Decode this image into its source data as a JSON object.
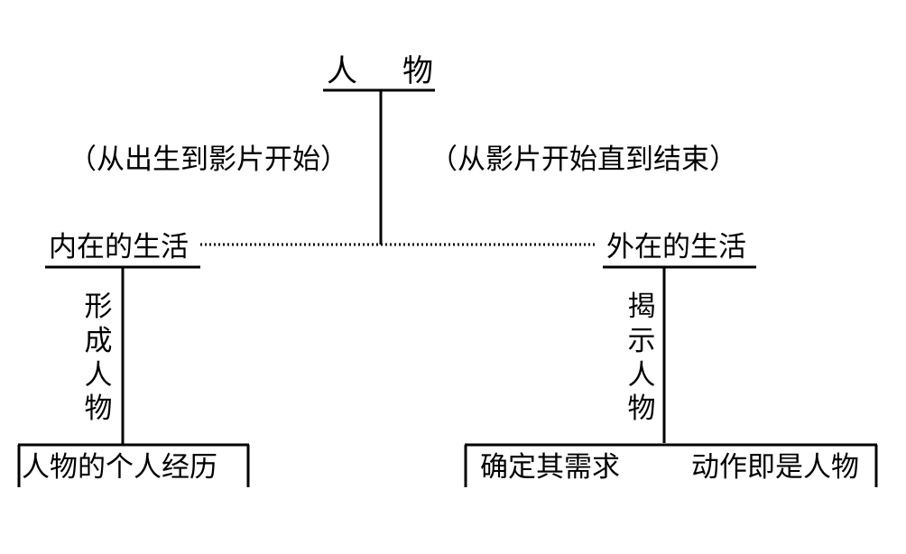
{
  "root": {
    "left": "人",
    "right": "物"
  },
  "annotations": {
    "inner_period": "（从出生到影片开始）",
    "outer_period": "（从影片开始直到结束）"
  },
  "inner": {
    "title": "内在的生活",
    "connector_label": "形成人物",
    "leaf": "人物的个人经历"
  },
  "outer": {
    "title": "外在的生活",
    "connector_label": "揭示人物",
    "leaf_left": "确定其需求",
    "leaf_right": "动作即是人物"
  }
}
